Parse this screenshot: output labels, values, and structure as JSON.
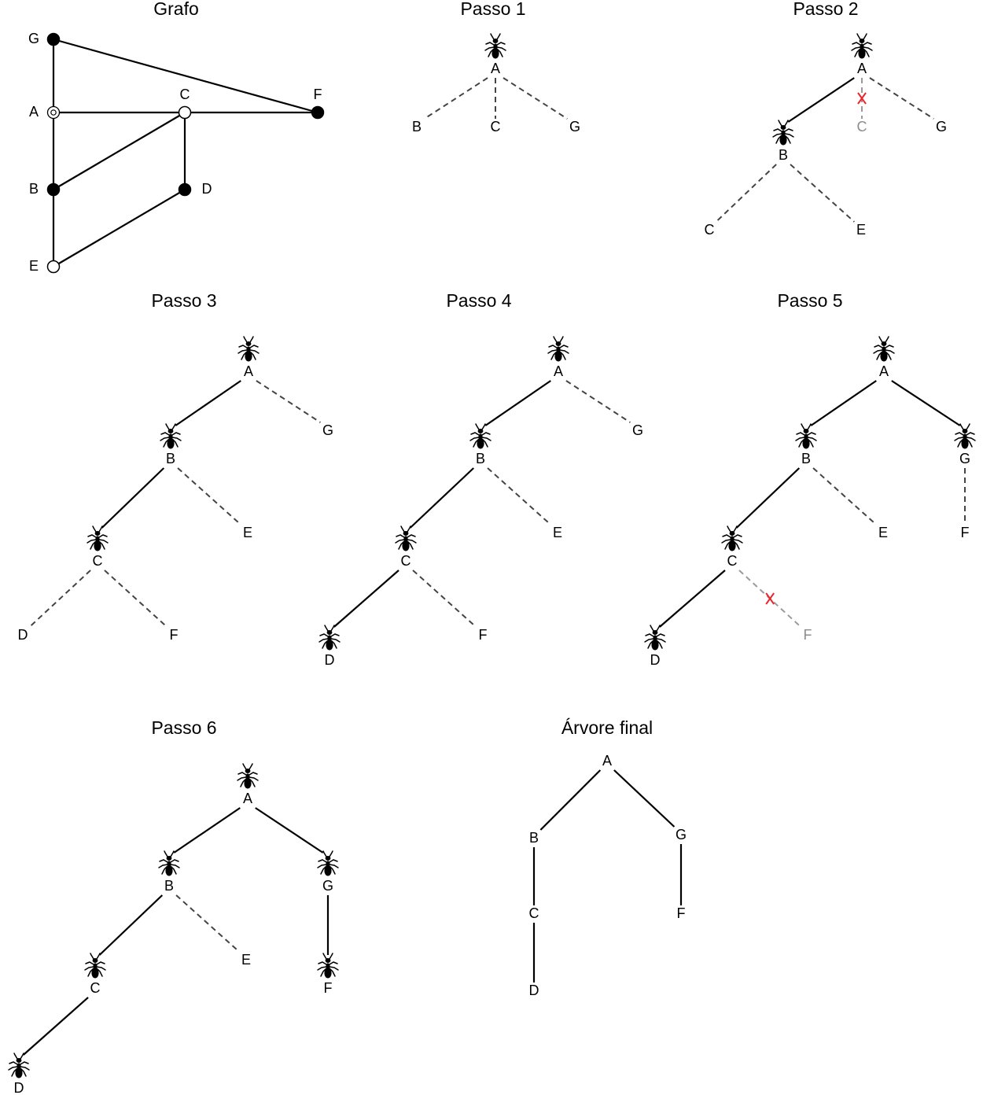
{
  "panels": {
    "grafo": {
      "title": "Grafo",
      "nodes": [
        {
          "id": "G",
          "label": "G",
          "style": "filled"
        },
        {
          "id": "A",
          "label": "A",
          "style": "double"
        },
        {
          "id": "C",
          "label": "C",
          "style": "open"
        },
        {
          "id": "F",
          "label": "F",
          "style": "filled"
        },
        {
          "id": "B",
          "label": "B",
          "style": "filled"
        },
        {
          "id": "D",
          "label": "D",
          "style": "filled"
        },
        {
          "id": "E",
          "label": "E",
          "style": "open"
        }
      ],
      "edges": [
        [
          "G",
          "A"
        ],
        [
          "G",
          "F"
        ],
        [
          "A",
          "C"
        ],
        [
          "C",
          "F"
        ],
        [
          "A",
          "B"
        ],
        [
          "B",
          "C"
        ],
        [
          "C",
          "D"
        ],
        [
          "B",
          "E"
        ],
        [
          "E",
          "D"
        ]
      ]
    },
    "passo1": {
      "title": "Passo 1",
      "nodes": [
        {
          "id": "A",
          "label": "A",
          "ant": true
        },
        {
          "id": "B",
          "label": "B"
        },
        {
          "id": "C",
          "label": "C"
        },
        {
          "id": "G",
          "label": "G"
        }
      ],
      "edges": [
        {
          "from": "A",
          "to": "B",
          "style": "dashed"
        },
        {
          "from": "A",
          "to": "C",
          "style": "dashed"
        },
        {
          "from": "A",
          "to": "G",
          "style": "dashed"
        }
      ]
    },
    "passo2": {
      "title": "Passo 2",
      "nodes": [
        {
          "id": "A",
          "label": "A",
          "ant": true
        },
        {
          "id": "B",
          "label": "B",
          "ant": true
        },
        {
          "id": "C1",
          "label": "C",
          "grey": true
        },
        {
          "id": "G",
          "label": "G"
        },
        {
          "id": "C2",
          "label": "C"
        },
        {
          "id": "E",
          "label": "E"
        }
      ],
      "edges": [
        {
          "from": "A",
          "to": "B",
          "style": "solid"
        },
        {
          "from": "A",
          "to": "C1",
          "style": "dashed",
          "blocked": true
        },
        {
          "from": "A",
          "to": "G",
          "style": "dashed"
        },
        {
          "from": "B",
          "to": "C2",
          "style": "dashed"
        },
        {
          "from": "B",
          "to": "E",
          "style": "dashed"
        }
      ]
    },
    "passo3": {
      "title": "Passo 3",
      "nodes": [
        {
          "id": "A",
          "label": "A",
          "ant": true
        },
        {
          "id": "B",
          "label": "B",
          "ant": true
        },
        {
          "id": "G",
          "label": "G"
        },
        {
          "id": "C",
          "label": "C",
          "ant": true
        },
        {
          "id": "E",
          "label": "E"
        },
        {
          "id": "D",
          "label": "D"
        },
        {
          "id": "F",
          "label": "F"
        }
      ],
      "edges": [
        {
          "from": "A",
          "to": "B",
          "style": "solid"
        },
        {
          "from": "A",
          "to": "G",
          "style": "dashed"
        },
        {
          "from": "B",
          "to": "C",
          "style": "solid"
        },
        {
          "from": "B",
          "to": "E",
          "style": "dashed"
        },
        {
          "from": "C",
          "to": "D",
          "style": "dashed"
        },
        {
          "from": "C",
          "to": "F",
          "style": "dashed"
        }
      ]
    },
    "passo4": {
      "title": "Passo 4",
      "nodes": [
        {
          "id": "A",
          "label": "A",
          "ant": true
        },
        {
          "id": "B",
          "label": "B",
          "ant": true
        },
        {
          "id": "G",
          "label": "G"
        },
        {
          "id": "C",
          "label": "C",
          "ant": true
        },
        {
          "id": "E",
          "label": "E"
        },
        {
          "id": "D",
          "label": "D",
          "ant": true
        },
        {
          "id": "F",
          "label": "F"
        }
      ],
      "edges": [
        {
          "from": "A",
          "to": "B",
          "style": "solid"
        },
        {
          "from": "A",
          "to": "G",
          "style": "dashed"
        },
        {
          "from": "B",
          "to": "C",
          "style": "solid"
        },
        {
          "from": "B",
          "to": "E",
          "style": "dashed"
        },
        {
          "from": "C",
          "to": "D",
          "style": "solid"
        },
        {
          "from": "C",
          "to": "F",
          "style": "dashed"
        }
      ]
    },
    "passo5": {
      "title": "Passo 5",
      "nodes": [
        {
          "id": "A",
          "label": "A",
          "ant": true
        },
        {
          "id": "B",
          "label": "B",
          "ant": true
        },
        {
          "id": "G",
          "label": "G",
          "ant": true
        },
        {
          "id": "C",
          "label": "C",
          "ant": true
        },
        {
          "id": "E",
          "label": "E"
        },
        {
          "id": "F2",
          "label": "F"
        },
        {
          "id": "D",
          "label": "D",
          "ant": true
        },
        {
          "id": "F",
          "label": "F",
          "grey": true
        }
      ],
      "edges": [
        {
          "from": "A",
          "to": "B",
          "style": "solid"
        },
        {
          "from": "A",
          "to": "G",
          "style": "solid"
        },
        {
          "from": "B",
          "to": "C",
          "style": "solid"
        },
        {
          "from": "B",
          "to": "E",
          "style": "dashed"
        },
        {
          "from": "G",
          "to": "F2",
          "style": "dashed"
        },
        {
          "from": "C",
          "to": "D",
          "style": "solid"
        },
        {
          "from": "C",
          "to": "F",
          "style": "dashed",
          "blocked": true
        }
      ]
    },
    "passo6": {
      "title": "Passo 6",
      "nodes": [
        {
          "id": "A",
          "label": "A",
          "ant": true
        },
        {
          "id": "B",
          "label": "B",
          "ant": true
        },
        {
          "id": "G",
          "label": "G",
          "ant": true
        },
        {
          "id": "C",
          "label": "C",
          "ant": true
        },
        {
          "id": "E",
          "label": "E"
        },
        {
          "id": "F",
          "label": "F",
          "ant": true
        },
        {
          "id": "D",
          "label": "D",
          "ant": true
        }
      ],
      "edges": [
        {
          "from": "A",
          "to": "B",
          "style": "solid"
        },
        {
          "from": "A",
          "to": "G",
          "style": "solid"
        },
        {
          "from": "B",
          "to": "C",
          "style": "solid"
        },
        {
          "from": "B",
          "to": "E",
          "style": "dashed"
        },
        {
          "from": "G",
          "to": "F",
          "style": "solid"
        },
        {
          "from": "C",
          "to": "D",
          "style": "solid"
        }
      ]
    },
    "final": {
      "title": "Árvore final",
      "nodes": [
        {
          "id": "A",
          "label": "A"
        },
        {
          "id": "B",
          "label": "B"
        },
        {
          "id": "G",
          "label": "G"
        },
        {
          "id": "C",
          "label": "C"
        },
        {
          "id": "F",
          "label": "F"
        },
        {
          "id": "D",
          "label": "D"
        }
      ],
      "edges": [
        {
          "from": "A",
          "to": "B",
          "style": "solid"
        },
        {
          "from": "A",
          "to": "G",
          "style": "solid"
        },
        {
          "from": "B",
          "to": "C",
          "style": "solid"
        },
        {
          "from": "G",
          "to": "F",
          "style": "solid"
        },
        {
          "from": "C",
          "to": "D",
          "style": "solid"
        }
      ]
    }
  },
  "colors": {
    "line": "#000000",
    "dashed": "#444444",
    "grey": "#8c8c8c",
    "block_mark": "#e8262b"
  }
}
